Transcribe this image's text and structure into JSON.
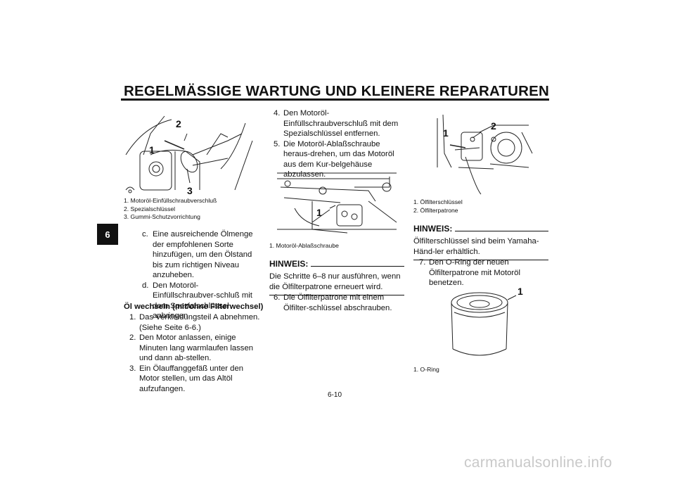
{
  "header": {
    "title": "REGELMÄSSIGE WARTUNG UND KLEINERE REPARATUREN"
  },
  "side_tab": {
    "label": "6"
  },
  "col1": {
    "figure_callouts": [
      "2",
      "1",
      "3"
    ],
    "captions": [
      "1. Motoröl-Einfüllschraubverschluß",
      "2. Spezialschlüssel",
      "3. Gummi-Schutzvorrichtung"
    ],
    "steps_cd": [
      {
        "n": "c.",
        "text": "Eine ausreichende Ölmenge der empfohlenen Sorte hinzufügen, um den Ölstand bis zum richtigen Niveau anzuheben."
      },
      {
        "n": "d.",
        "text": "Den Motoröl-Einfüllschraubver-schluß mit dem Spezialschlüssel anbringen."
      }
    ],
    "section_heading": "Öl wechseln (mit/ohne Filterwechsel)",
    "steps": [
      {
        "n": "1.",
        "text": "Das Verkleidungsteil A abnehmen. (Siehe Seite 6-6.)"
      },
      {
        "n": "2.",
        "text": "Den Motor anlassen, einige Minuten lang warmlaufen lassen und dann ab-stellen."
      },
      {
        "n": "3.",
        "text": "Ein Ölauffanggefäß unter den Motor stellen, um das Altöl aufzufangen."
      }
    ]
  },
  "col2": {
    "steps": [
      {
        "n": "4.",
        "text": "Den Motoröl-Einfüllschraubverschluß mit dem Spezialschlüssel entfernen."
      },
      {
        "n": "5.",
        "text": "Die Motoröl-Ablaßschraube heraus-drehen, um das Motoröl aus dem Kur-belgehäuse abzulassen."
      }
    ],
    "figure_callouts": [
      "1"
    ],
    "captions": [
      "1. Motoröl-Ablaßschraube"
    ],
    "note_heading": "HINWEIS:",
    "note_text": "Die Schritte 6–8 nur ausführen, wenn die Ölfilterpatrone erneuert wird.",
    "step6": {
      "n": "6.",
      "text": "Die Ölfilterpatrone mit einem Ölfilter-schlüssel abschrauben."
    }
  },
  "col3": {
    "figure_callouts": [
      "1",
      "2"
    ],
    "captions": [
      "1. Ölfilterschlüssel",
      "2. Ölfilterpatrone"
    ],
    "note_heading": "HINWEIS:",
    "note_text": "Ölfilterschlüssel sind beim Yamaha-Händ-ler erhältlich.",
    "step7": {
      "n": "7.",
      "text": "Den O-Ring der neuen Ölfilterpatrone mit Motoröl benetzen."
    },
    "figure2_callouts": [
      "1"
    ],
    "captions2": [
      "1. O-Ring"
    ]
  },
  "footer": {
    "page_number": "6-10",
    "watermark": "carmanualsonline.info"
  }
}
